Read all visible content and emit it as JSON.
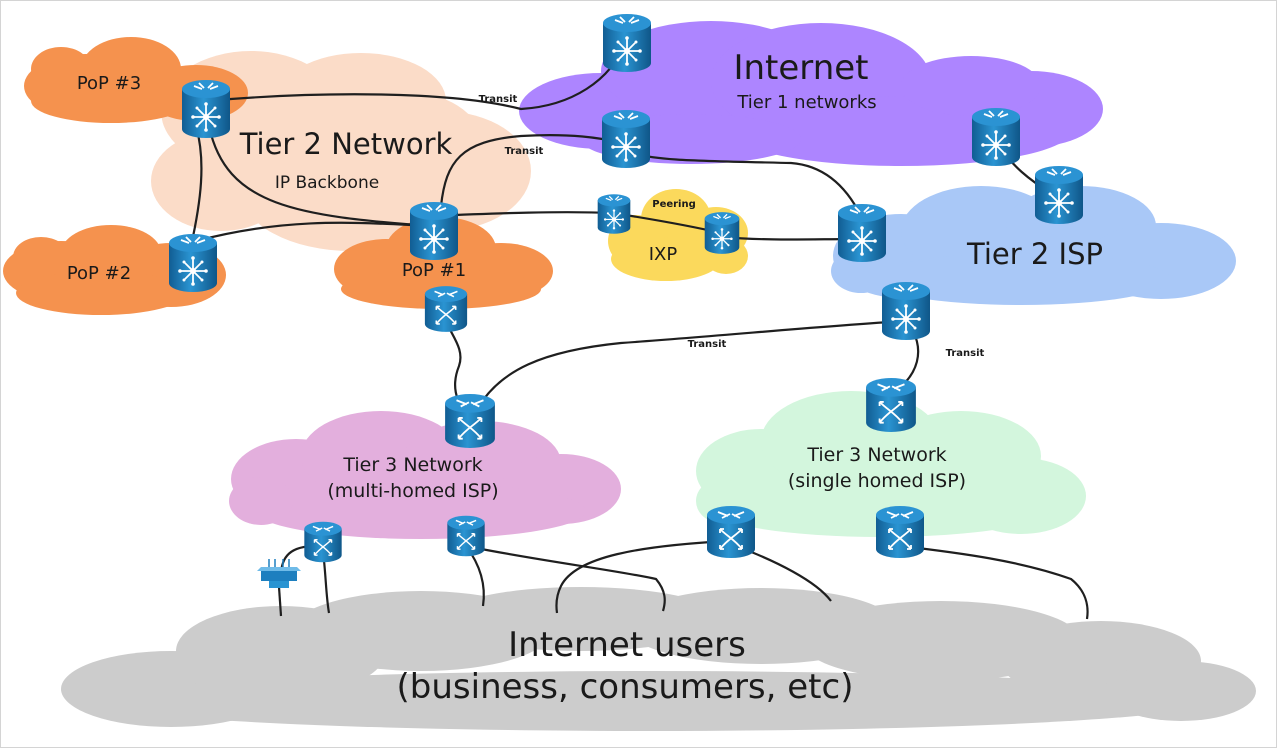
{
  "colors": {
    "internet_cloud": "#ad85ff",
    "tier2_network_cloud": "#fbdcc8",
    "pop_cloud": "#f5924e",
    "ixp_cloud": "#fbd95c",
    "tier2_isp_cloud": "#a9c8f7",
    "tier3_multi_cloud": "#e3afdd",
    "tier3_single_cloud": "#d3f6dd",
    "users_cloud": "#cccccc",
    "device_blue": "#1d7fbf",
    "link": "#1f1f1f"
  },
  "labels": {
    "internet_title": "Internet",
    "internet_sub": "Tier 1 networks",
    "tier2_network_title": "Tier 2 Network",
    "tier2_network_sub": "IP Backbone",
    "pop1": "PoP #1",
    "pop2": "PoP #2",
    "pop3": "PoP #3",
    "ixp": "IXP",
    "peering": "Peering",
    "tier2_isp": "Tier 2 ISP",
    "tier3_multi_line1": "Tier 3 Network",
    "tier3_multi_line2": "(multi-homed ISP)",
    "tier3_single_line1": "Tier 3 Network",
    "tier3_single_line2": "(single homed ISP)",
    "users_line1": "Internet users",
    "users_line2": "(business, consumers, etc)",
    "transit": "Transit"
  },
  "icons": {
    "router": "router-icon",
    "switch": "switch-icon",
    "wireless": "wireless-access-point-icon"
  }
}
